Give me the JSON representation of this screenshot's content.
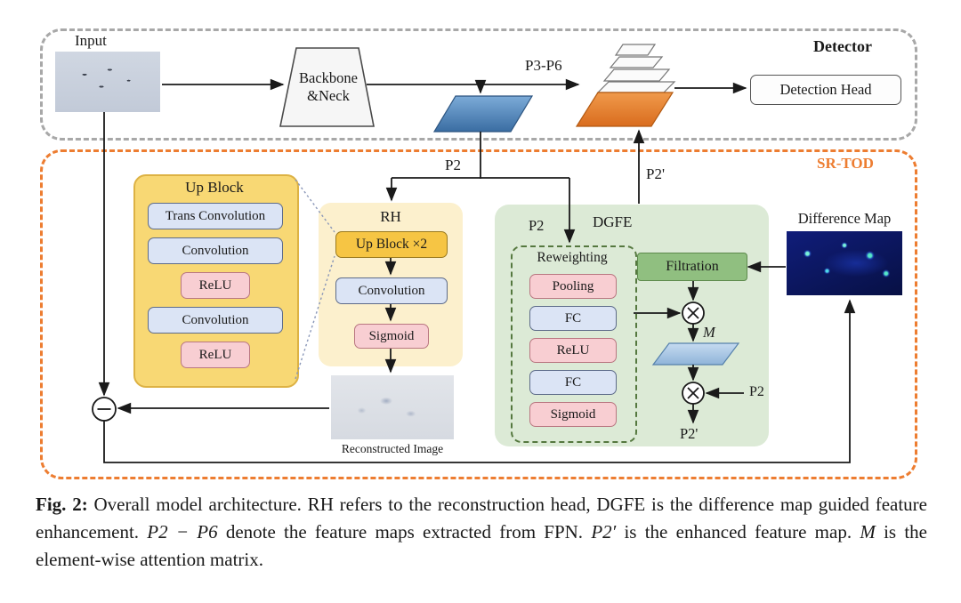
{
  "figure": {
    "detector": {
      "title": "Detector",
      "input_label": "Input",
      "backbone_line1": "Backbone",
      "backbone_line2": "&Neck",
      "p3_p6_label": "P3-P6",
      "detection_head_label": "Detection Head"
    },
    "srtod": {
      "title": "SR-TOD",
      "p2_label": "P2",
      "p2_prime_label": "P2'",
      "up_block": {
        "title": "Up Block",
        "layers": [
          {
            "label": "Trans Convolution",
            "type": "conv"
          },
          {
            "label": "Convolution",
            "type": "conv"
          },
          {
            "label": "ReLU",
            "type": "act"
          },
          {
            "label": "Convolution",
            "type": "conv"
          },
          {
            "label": "ReLU",
            "type": "act"
          }
        ]
      },
      "rh": {
        "title": "RH",
        "up_block_x2_label": "Up Block ×2",
        "convolution_label": "Convolution",
        "sigmoid_label": "Sigmoid",
        "reconstructed_label": "Reconstructed Image"
      },
      "dgfe": {
        "title": "DGFE",
        "p2_in_label": "P2",
        "reweighting": {
          "title": "Reweighting",
          "layers": [
            {
              "label": "Pooling",
              "type": "act"
            },
            {
              "label": "FC",
              "type": "conv"
            },
            {
              "label": "ReLU",
              "type": "act"
            },
            {
              "label": "FC",
              "type": "conv"
            },
            {
              "label": "Sigmoid",
              "type": "act"
            }
          ]
        },
        "filtration_label": "Filtration",
        "m_label": "M",
        "p2_multiply_label": "P2",
        "p2_prime_out_label": "P2'"
      },
      "difference_map_label": "Difference Map"
    },
    "caption": {
      "parts": [
        {
          "text": "Fig. 2:",
          "style": "bold"
        },
        {
          "text": " Overall model architecture. RH refers to the reconstruction head, DGFE is the difference map guided feature enhancement. ",
          "style": "normal"
        },
        {
          "text": "P2 − P6",
          "style": "italic"
        },
        {
          "text": " denote the feature maps extracted from FPN. ",
          "style": "normal"
        },
        {
          "text": "P2′",
          "style": "italic"
        },
        {
          "text": " is the enhanced feature map. ",
          "style": "normal"
        },
        {
          "text": "M",
          "style": "italic"
        },
        {
          "text": " is the element-wise attention matrix.",
          "style": "normal"
        }
      ]
    },
    "colors": {
      "detector_border": "#a8a8a8",
      "srtod_border": "#ed7d31",
      "up_block_fill": "#f8d874",
      "rh_fill": "#fcf0cd",
      "dgfe_fill": "#dcead6",
      "filtration_fill": "#90bf80",
      "conv_box_fill": "#dbe4f5",
      "act_box_fill": "#f8ced2",
      "feature_map_blue": "#4a84bc",
      "feature_map_orange": "#e8812f"
    }
  }
}
